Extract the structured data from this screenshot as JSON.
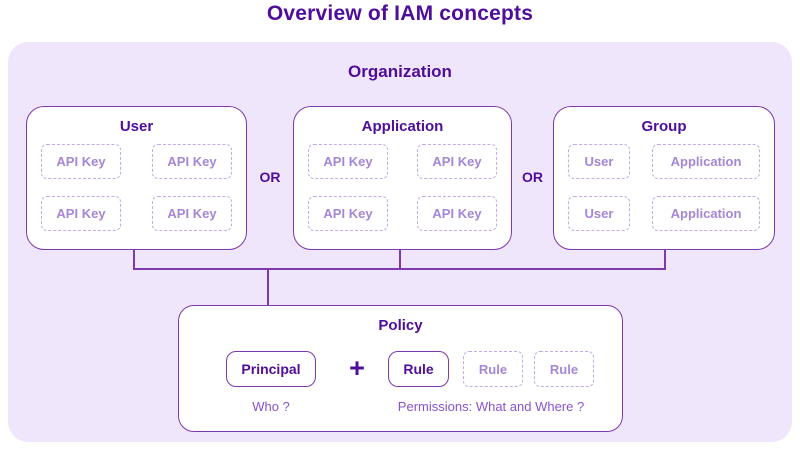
{
  "title": "Overview of IAM concepts",
  "colors": {
    "title_purple": "#4E0D9A",
    "border_purple": "#7C3AAE",
    "organization_background": "#F0E6FB",
    "dashed_border": "#C4ABE8",
    "dashed_text": "#A586D6",
    "caption_purple": "#8853CC"
  },
  "organization": {
    "label": "Organization"
  },
  "or_label": "OR",
  "entities": [
    {
      "title": "User",
      "chips": [
        "API Key",
        "API Key",
        "API Key",
        "API Key"
      ]
    },
    {
      "title": "Application",
      "chips": [
        "API Key",
        "API Key",
        "API Key",
        "API Key"
      ]
    },
    {
      "title": "Group",
      "chips": [
        "User",
        "Application",
        "User",
        "Application"
      ]
    }
  ],
  "policy": {
    "title": "Policy",
    "principal_label": "Principal",
    "plus": "+",
    "rule_label": "Rule",
    "dashed_rules": [
      "Rule",
      "Rule"
    ],
    "who_caption": "Who ?",
    "permissions_caption": "Permissions: What and Where ?"
  }
}
